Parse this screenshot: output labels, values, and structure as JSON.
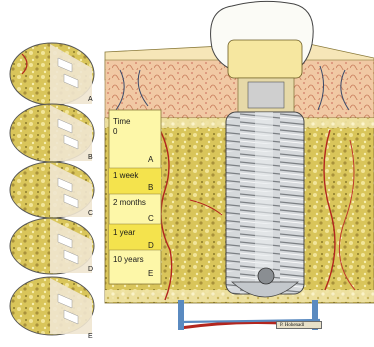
{
  "timeline": {
    "panels": [
      {
        "time": "Time",
        "sub": "0",
        "letter": "A"
      },
      {
        "time": "1 week",
        "sub": "",
        "letter": "B"
      },
      {
        "time": "2 months",
        "sub": "",
        "letter": "C"
      },
      {
        "time": "1 year",
        "sub": "",
        "letter": "D"
      },
      {
        "time": "10 years",
        "sub": "",
        "letter": "E"
      }
    ]
  },
  "detail_letters": [
    "A",
    "B",
    "C",
    "D",
    "E"
  ],
  "signature": "P. Hohenadl"
}
